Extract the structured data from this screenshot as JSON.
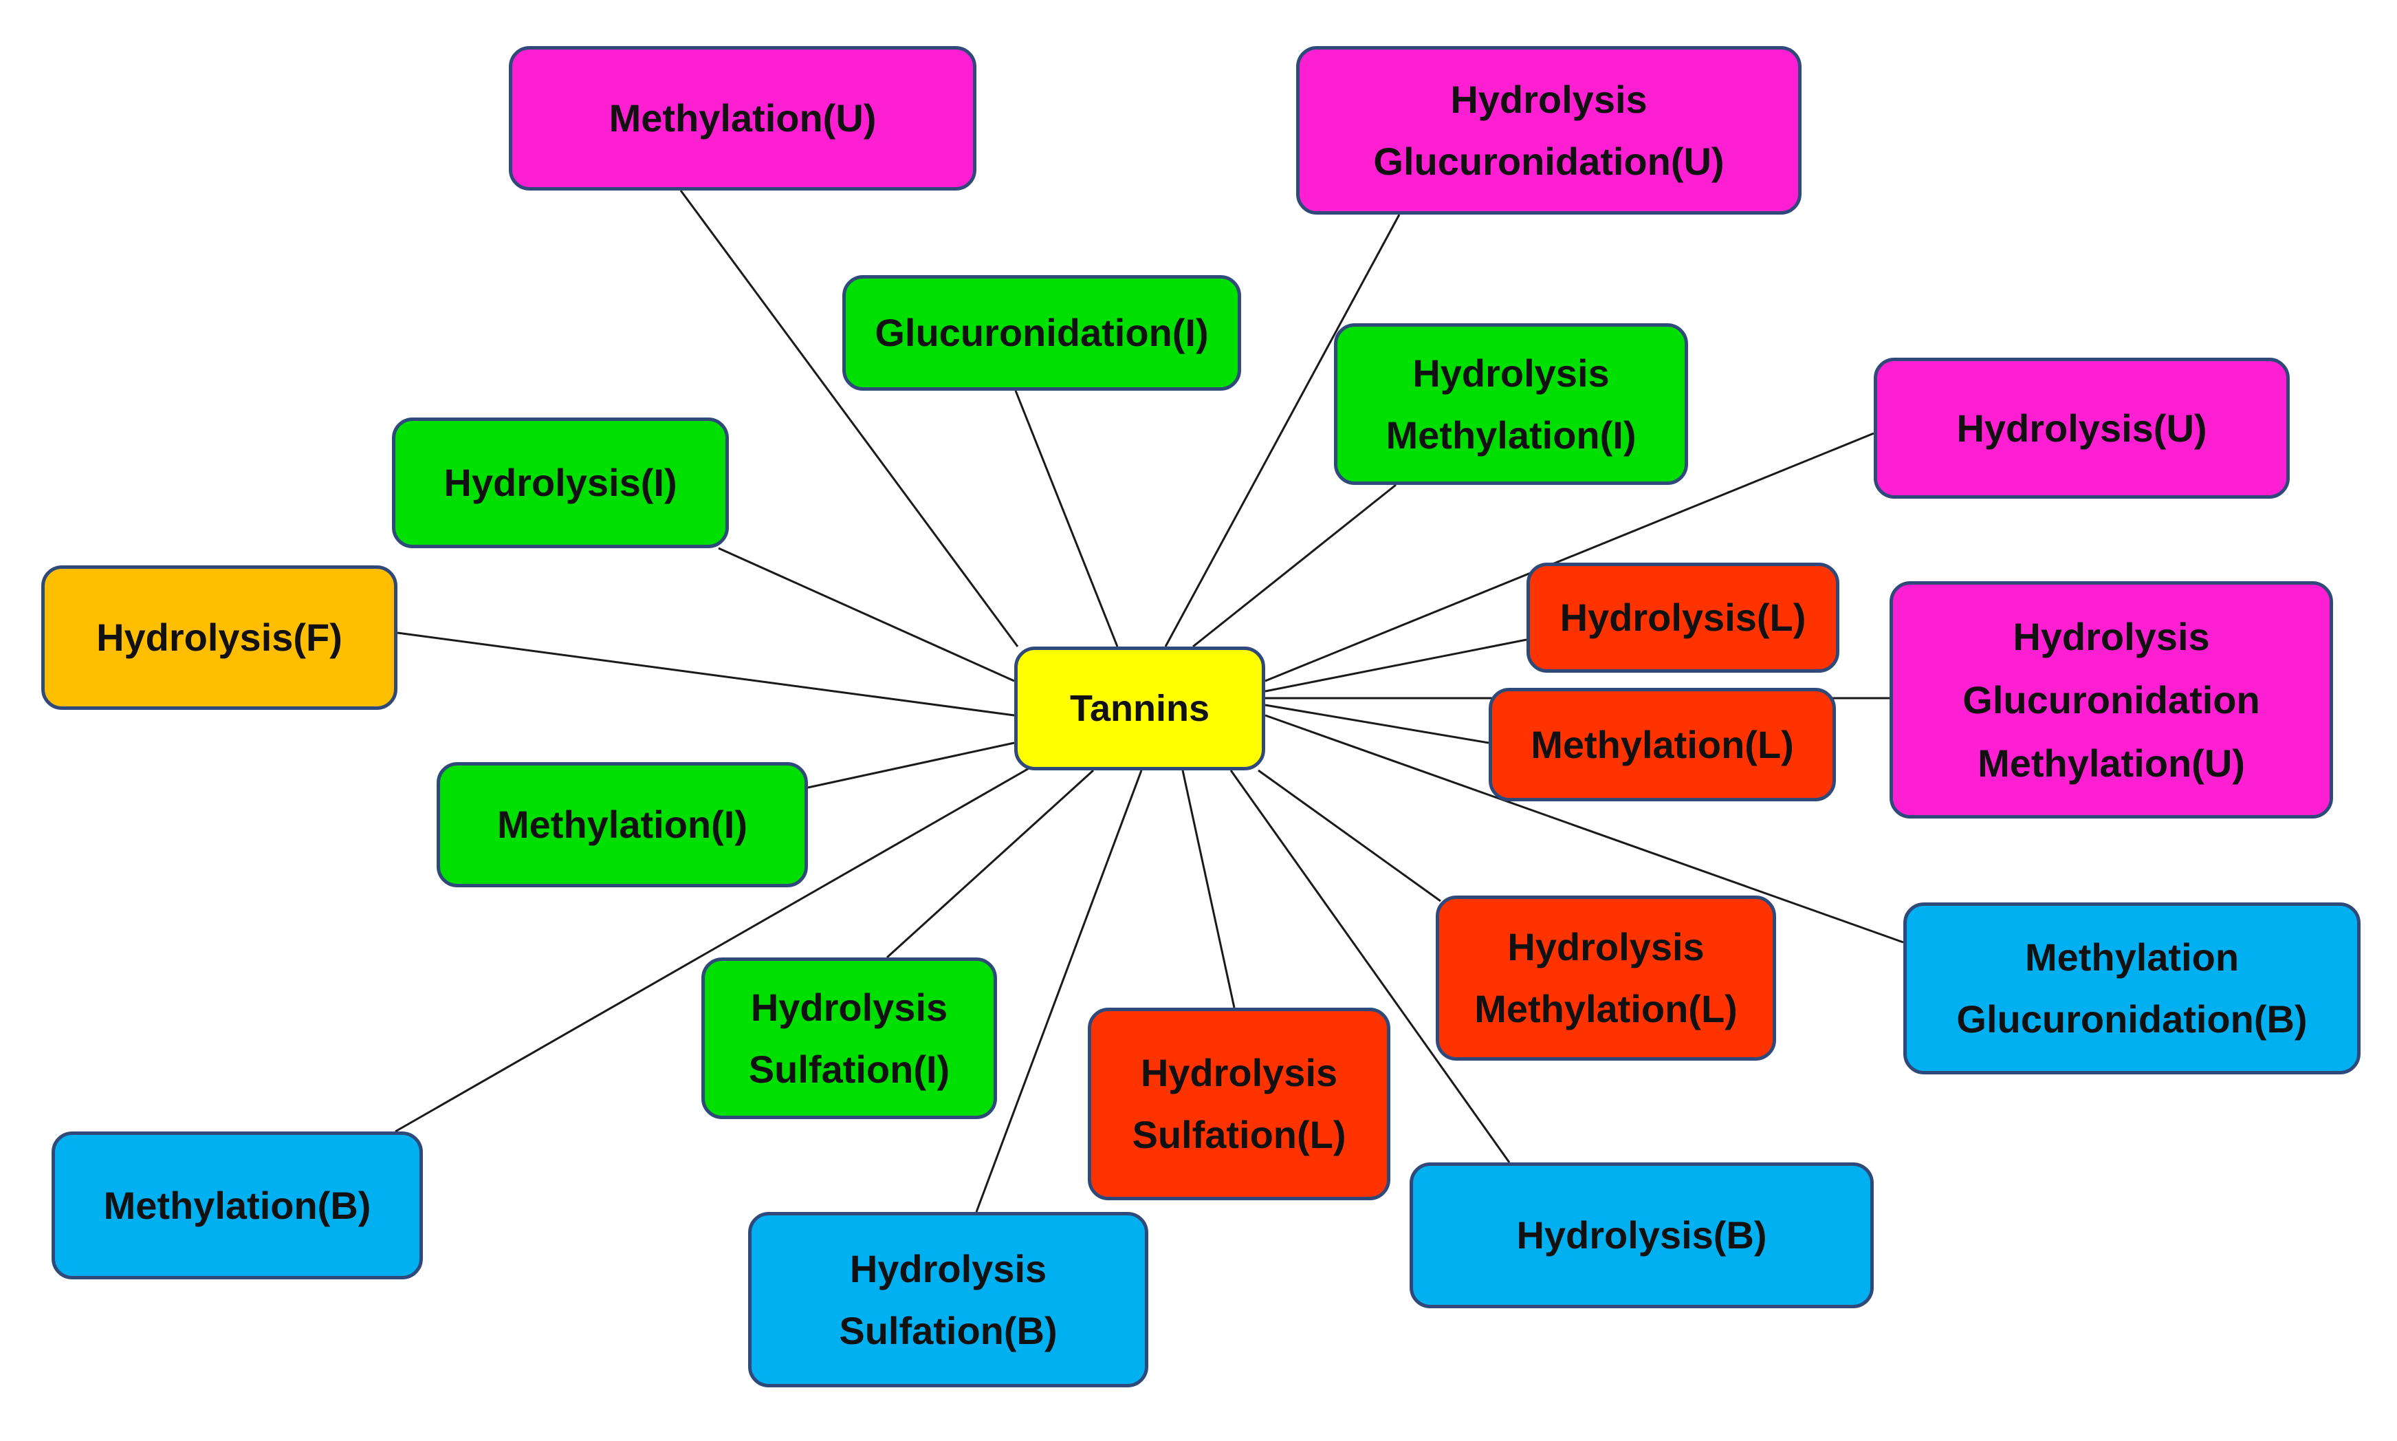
{
  "colors": {
    "center": "#ffff00",
    "F": "#ffbf00",
    "I": "#00e000",
    "U": "#ff1fd2",
    "L": "#ff3300",
    "B": "#00b0f0",
    "edge": "#1a1a1a",
    "border": "#2f4a7a"
  },
  "center": {
    "label": "Tannins"
  },
  "nodes": [
    {
      "id": "methylation-u",
      "label": "Methylation(U)",
      "group": "U"
    },
    {
      "id": "hydrolysis-glucuronidation-u",
      "label": "Hydrolysis\nGlucuronidation(U)",
      "group": "U"
    },
    {
      "id": "glucuronidation-i",
      "label": "Glucuronidation(I)",
      "group": "I"
    },
    {
      "id": "hydrolysis-methylation-i",
      "label": "Hydrolysis\nMethylation(I)",
      "group": "I"
    },
    {
      "id": "hydrolysis-u",
      "label": "Hydrolysis(U)",
      "group": "U"
    },
    {
      "id": "hydrolysis-i",
      "label": "Hydrolysis(I)",
      "group": "I"
    },
    {
      "id": "hydrolysis-l",
      "label": "Hydrolysis(L)",
      "group": "L"
    },
    {
      "id": "hydrolysis-glucuronidation-methylation-u",
      "label": "Hydrolysis\nGlucuronidation\nMethylation(U)",
      "group": "U"
    },
    {
      "id": "hydrolysis-f",
      "label": "Hydrolysis(F)",
      "group": "F"
    },
    {
      "id": "methylation-l",
      "label": "Methylation(L)",
      "group": "L"
    },
    {
      "id": "methylation-i",
      "label": "Methylation(I)",
      "group": "I"
    },
    {
      "id": "hydrolysis-methylation-l",
      "label": "Hydrolysis\nMethylation(L)",
      "group": "L"
    },
    {
      "id": "methylation-glucuronidation-b",
      "label": "Methylation\nGlucuronidation(B)",
      "group": "B"
    },
    {
      "id": "hydrolysis-sulfation-i",
      "label": "Hydrolysis\nSulfation(I)",
      "group": "I"
    },
    {
      "id": "hydrolysis-sulfation-l",
      "label": "Hydrolysis\nSulfation(L)",
      "group": "L"
    },
    {
      "id": "methylation-b",
      "label": "Methylation(B)",
      "group": "B"
    },
    {
      "id": "hydrolysis-b",
      "label": "Hydrolysis(B)",
      "group": "B"
    },
    {
      "id": "hydrolysis-sulfation-b",
      "label": "Hydrolysis\nSulfation(B)",
      "group": "B"
    }
  ]
}
